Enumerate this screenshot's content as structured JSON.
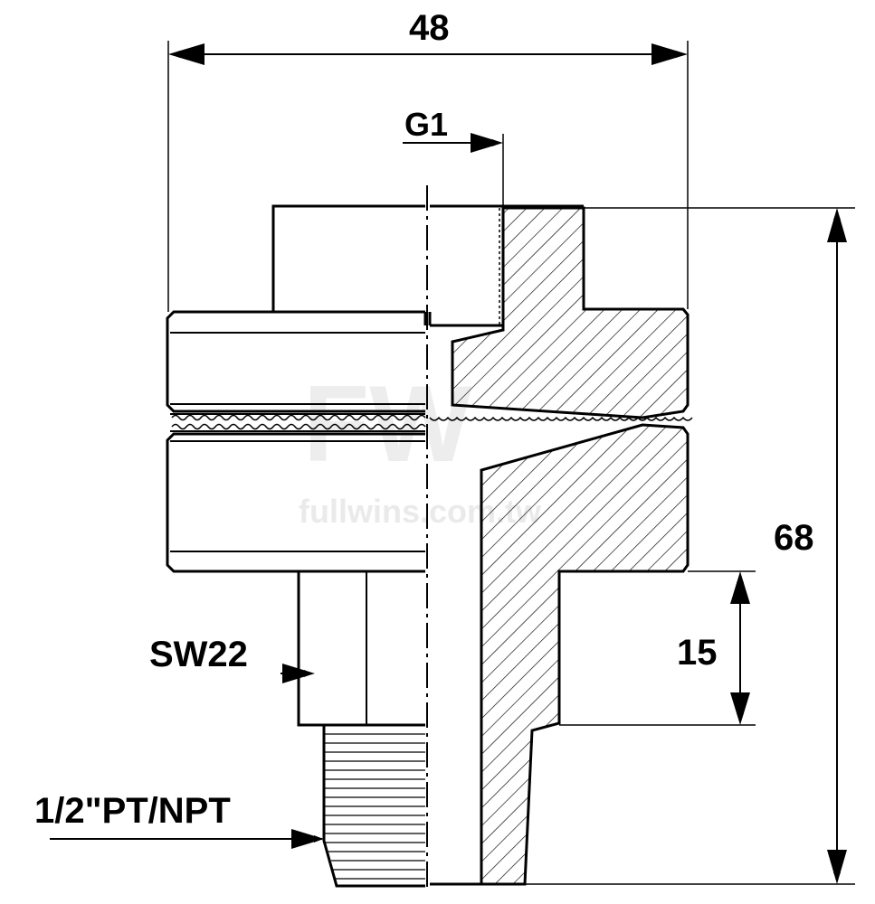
{
  "dimensions": {
    "overall_width": "48",
    "thread_g": "G1",
    "overall_height": "68",
    "hex_length": "15",
    "wrench_size": "SW22",
    "bottom_thread": "1/2\"PT/NPT"
  },
  "watermark": {
    "logo": "FW",
    "site": "fullwins.com.tw"
  },
  "colors": {
    "line": "#000000",
    "background": "#ffffff",
    "watermark": "#d9d9d9"
  }
}
